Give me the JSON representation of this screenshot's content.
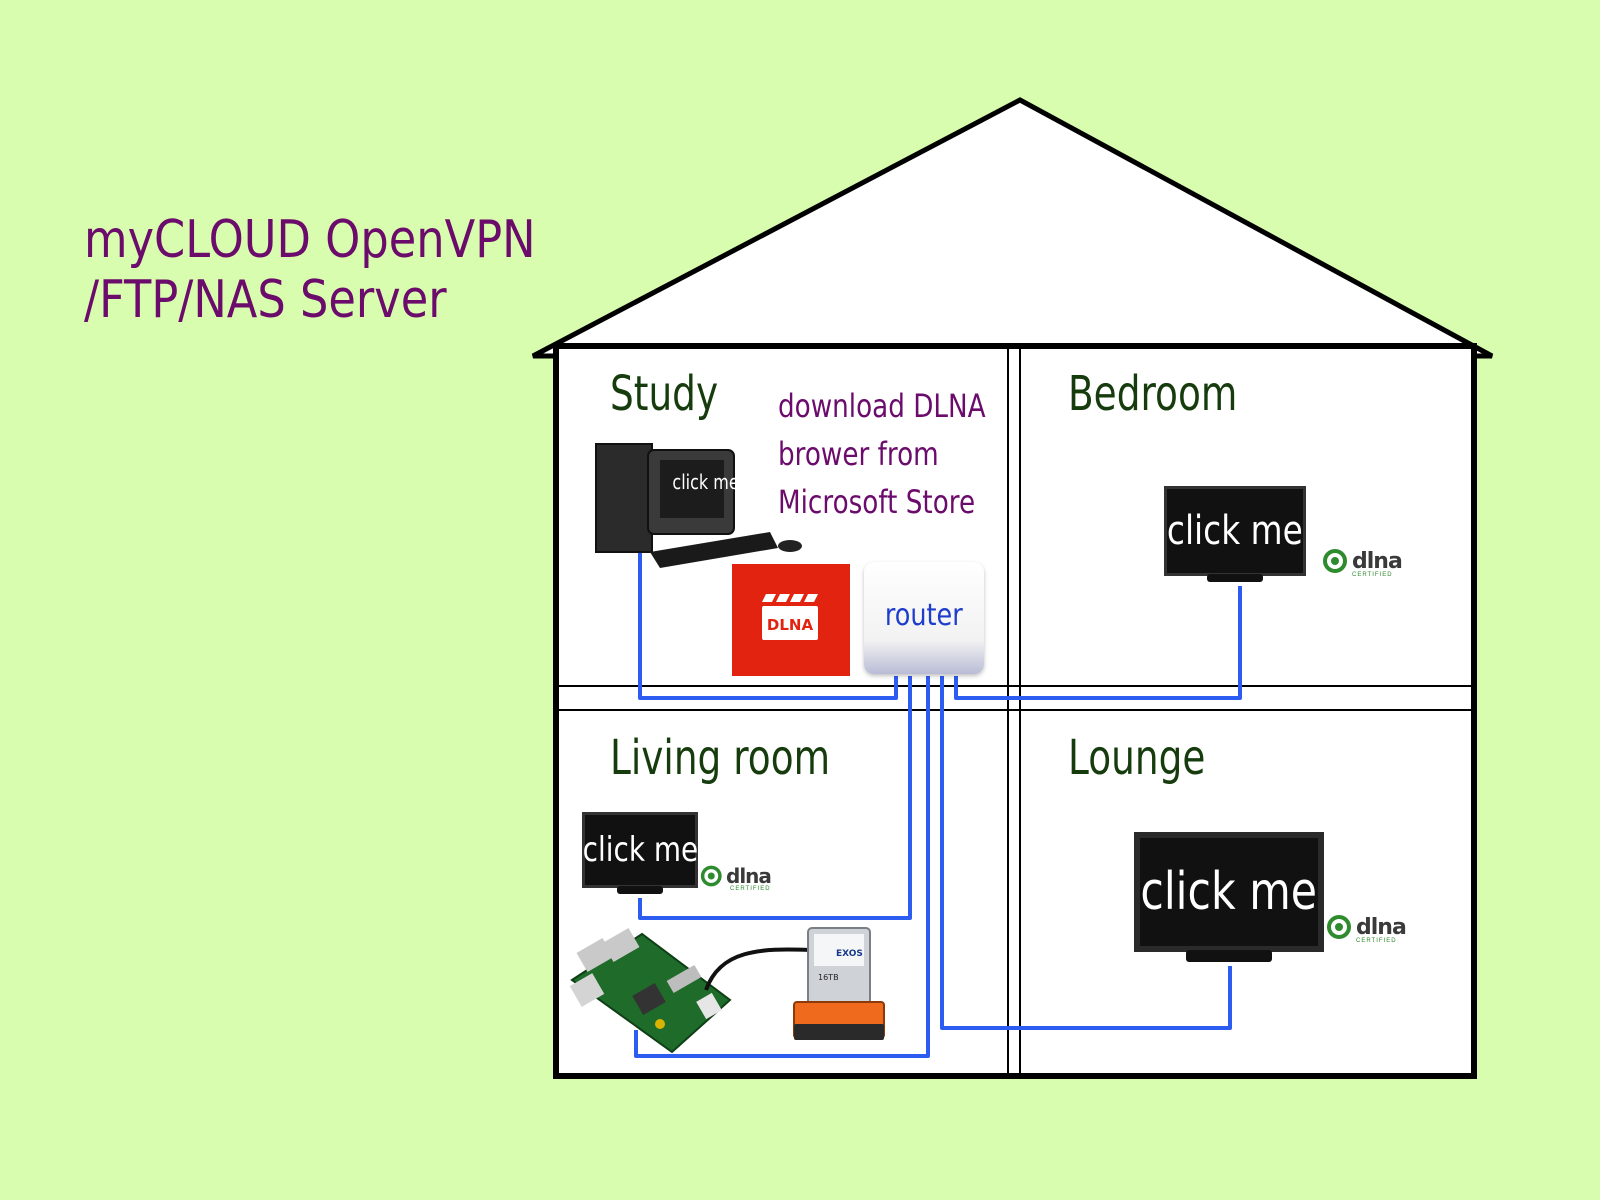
{
  "title": {
    "line1": "myCLOUD OpenVPN",
    "line2": "/FTP/NAS Server"
  },
  "rooms": {
    "study": {
      "label": "Study"
    },
    "bedroom": {
      "label": "Bedroom"
    },
    "living_room": {
      "label": "Living room"
    },
    "lounge": {
      "label": "Lounge"
    }
  },
  "store_note": {
    "line1": "download DLNA",
    "line2": "brower from",
    "line3": "Microsoft Store"
  },
  "devices": {
    "pc": {
      "label": "click me"
    },
    "bedroom_tv": {
      "label": "click me"
    },
    "living_tv": {
      "label": "click me"
    },
    "lounge_tv": {
      "label": "click me"
    },
    "router": {
      "label": "router"
    },
    "dlna_app": {
      "label": "DLNA"
    },
    "badge": {
      "label": "dlna",
      "sub": "CERTIFIED"
    },
    "hdd": {
      "brand": "EXOS",
      "size": "16TB"
    }
  },
  "colors": {
    "background": "#d9fdae",
    "title": "#6b0b6b",
    "room_label": "#163c0e",
    "cable": "#2d5cf0",
    "dlna_red": "#e1230f"
  }
}
